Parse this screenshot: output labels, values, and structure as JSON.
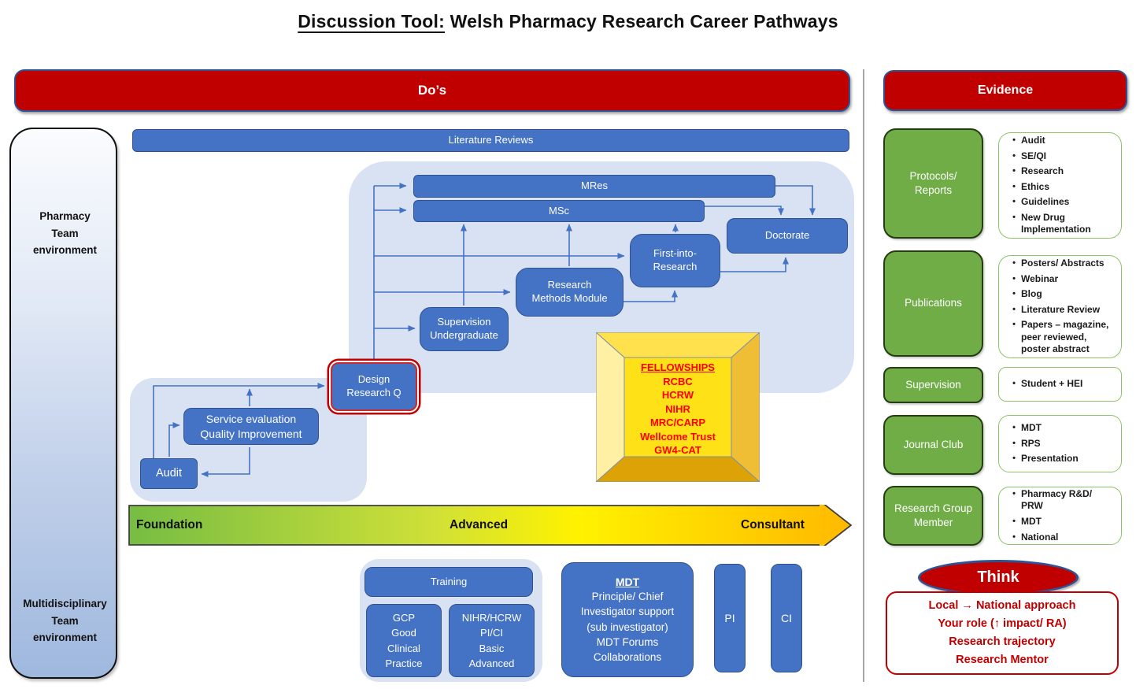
{
  "title": {
    "underlined": "Discussion Tool:",
    "rest": " Welsh Pharmacy Research Career Pathways"
  },
  "banners": {
    "dos": "Do’s",
    "evidence": "Evidence"
  },
  "environment": {
    "top": "Pharmacy\nTeam\nenvironment",
    "bottom": "Multidisciplinary\nTeam\nenvironment"
  },
  "flow": {
    "literature_reviews": "Literature Reviews",
    "mres": "MRes",
    "msc": "MSc",
    "doctorate": "Doctorate",
    "first_into_research": "First-into-\nResearch",
    "research_methods_module": "Research\nMethods Module",
    "supervision_undergraduate": "Supervision\nUndergraduate",
    "design_research_q": "Design\nResearch Q",
    "service_evaluation": "Service evaluation\nQuality Improvement",
    "audit": "Audit"
  },
  "fellowships": {
    "title": "FELLOWSHIPS",
    "items": [
      "RCBC",
      "HCRW",
      "NIHR",
      "MRC/CARP",
      "Wellcome Trust",
      "GW4-CAT"
    ]
  },
  "career_axis": {
    "foundation": "Foundation",
    "advanced": "Advanced",
    "consultant": "Consultant"
  },
  "bottom": {
    "training": "Training",
    "gcp": "GCP\nGood\nClinical\nPractice",
    "nihr": "NIHR/HCRW\nPI/CI\nBasic\nAdvanced",
    "mdt_title": "MDT",
    "mdt_body": "Principle/ Chief\nInvestigator support\n(sub investigator)\nMDT Forums\nCollaborations",
    "pi": "PI",
    "ci": "CI"
  },
  "evidence": {
    "rows": [
      {
        "label": "Protocols/\nReports",
        "bullets": [
          "Audit",
          "SE/QI",
          "Research",
          "Ethics",
          "Guidelines",
          "New Drug Implementation"
        ]
      },
      {
        "label": "Publications",
        "bullets": [
          "Posters/ Abstracts",
          "Webinar",
          "Blog",
          "Literature Review",
          "Papers – magazine, peer reviewed, poster abstract"
        ]
      },
      {
        "label": "Supervision",
        "bullets": [
          "Student + HEI"
        ]
      },
      {
        "label": "Journal Club",
        "bullets": [
          "MDT",
          "RPS",
          "Presentation"
        ]
      },
      {
        "label": "Research Group\nMember",
        "bullets": [
          "Pharmacy R&D/ PRW",
          "MDT",
          "National"
        ]
      }
    ]
  },
  "think": {
    "title": "Think",
    "lines": [
      "Local  → National approach",
      "Your role (↑ impact/ RA)",
      "Research trajectory",
      "Research Mentor"
    ]
  },
  "colors": {
    "blue": "#4472C4",
    "blue_border": "#2F528F",
    "red": "#C00000",
    "green": "#70AD47",
    "container": "#D9E2F3",
    "accent_border": "#2E5395"
  }
}
